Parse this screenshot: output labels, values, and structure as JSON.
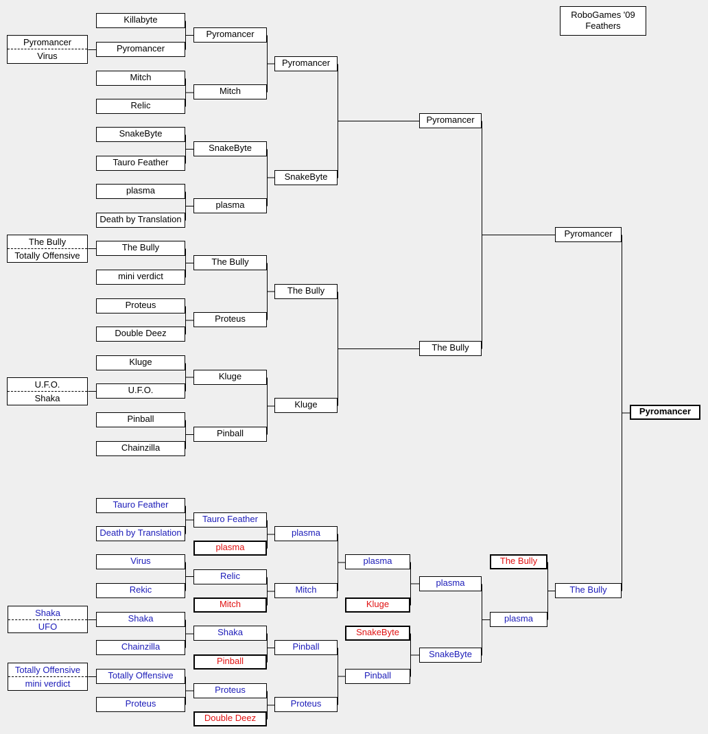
{
  "title": {
    "line1": "RoboGames '09",
    "line2": "Feathers"
  },
  "colors": {
    "winners": "#000000",
    "losers": "#1a1ab8",
    "eliminated": "#e01010"
  },
  "winners_bracket": {
    "round1": [
      "Killabyte",
      "Pyromancer",
      "Mitch",
      "Relic",
      "SnakeByte",
      "Tauro Feather",
      "plasma",
      "Death by Translation",
      "The Bully",
      "mini verdict",
      "Proteus",
      "Double Deez",
      "Kluge",
      "U.F.O.",
      "Pinball",
      "Chainzilla"
    ],
    "round2": [
      "Pyromancer",
      "Mitch",
      "SnakeByte",
      "plasma",
      "The Bully",
      "Proteus",
      "Kluge",
      "Pinball"
    ],
    "round3": [
      "Pyromancer",
      "SnakeByte",
      "The Bully",
      "Kluge"
    ],
    "round4": [
      "Pyromancer",
      "The Bully"
    ],
    "final": "Pyromancer"
  },
  "play_in": [
    {
      "top": "Pyromancer",
      "bottom": "Virus"
    },
    {
      "top": "The Bully",
      "bottom": "Totally Offensive"
    },
    {
      "top": "U.F.O.",
      "bottom": "Shaka"
    }
  ],
  "losers_play_in": [
    {
      "top": "Shaka",
      "bottom": "UFO"
    },
    {
      "top": "Totally Offensive",
      "bottom": "mini verdict"
    }
  ],
  "losers_bracket": {
    "round1": [
      "Tauro Feather",
      "Death by Translation",
      "Virus",
      "Rekic",
      "Shaka",
      "Chainzilla",
      "Totally Offensive",
      "Proteus"
    ],
    "round2": [
      "Tauro Feather",
      "Relic",
      "Shaka",
      "Proteus"
    ],
    "dropped_in_r2": [
      "plasma",
      "Mitch",
      "Pinball",
      "Double Deez"
    ],
    "round3": [
      "plasma",
      "Mitch",
      "Pinball",
      "Proteus"
    ],
    "round4": [
      "plasma",
      "Pinball"
    ],
    "dropped_in_r4": [
      "Kluge",
      "SnakeByte"
    ],
    "round5": [
      "plasma",
      "SnakeByte"
    ],
    "round6": "plasma",
    "dropped_in_r6": "The Bully",
    "losers_final": "The Bully"
  },
  "champion": "Pyromancer"
}
